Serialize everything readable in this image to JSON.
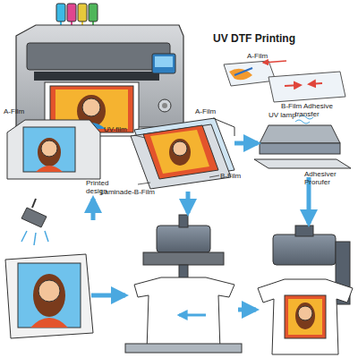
{
  "diagram": {
    "title": "UV DTF Printing",
    "labels": [
      "A-Film",
      "B-Film Adhesive transfer",
      "A-Film",
      "Printed design",
      "UV-film",
      "A-Film",
      "B-Film",
      "Laminade-B-Film",
      "UV lamp",
      "Adhesiver Prorufer"
    ]
  }
}
